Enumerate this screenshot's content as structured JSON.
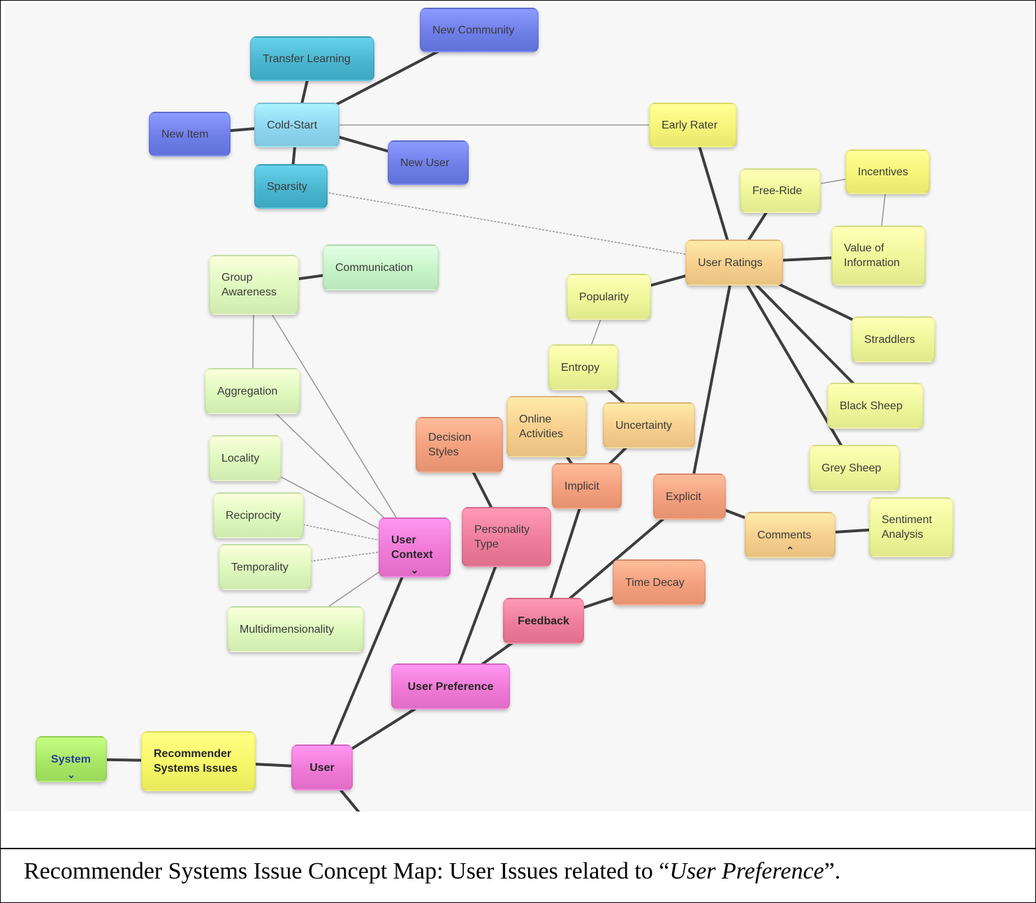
{
  "caption": {
    "prefix": "Recommender Systems Issue Concept Map: User Issues related to “",
    "emphasis": "User Preference",
    "suffix": "”."
  },
  "palette": {
    "blue": "#6f7fe8",
    "teal": "#4bb6cf",
    "cyan": "#8fd6f0",
    "yellow": "#f6f57a",
    "lightyellow": "#eef79a",
    "lightgreen": "#def8be",
    "mint": "#c7f4c9",
    "orange": "#f7cf8e",
    "salmon": "#f3a07e",
    "pink": "#ee7d9c",
    "magenta": "#ef7ad6",
    "green": "#a9e866",
    "brightyellow": "#f7f76a",
    "edge": "#3d3d3d"
  },
  "nodes": {
    "new_community": {
      "label": "New Community",
      "color": "blue"
    },
    "transfer_learning": {
      "label": "Transfer Learning",
      "color": "teal"
    },
    "cold_start": {
      "label": "Cold-Start",
      "color": "cyan"
    },
    "new_item": {
      "label": "New Item",
      "color": "blue"
    },
    "new_user": {
      "label": "New User",
      "color": "blue"
    },
    "sparsity": {
      "label": "Sparsity",
      "color": "teal"
    },
    "early_rater": {
      "label": "Early Rater",
      "color": "yellow"
    },
    "free_ride": {
      "label": "Free-Ride",
      "color": "lightyellow"
    },
    "incentives": {
      "label": "Incentives",
      "color": "yellow"
    },
    "value_of_information": {
      "label": "Value of\nInformation",
      "color": "lightyellow"
    },
    "user_ratings": {
      "label": "User Ratings",
      "color": "orange"
    },
    "popularity": {
      "label": "Popularity",
      "color": "lightyellow"
    },
    "straddlers": {
      "label": "Straddlers",
      "color": "lightyellow"
    },
    "entropy": {
      "label": "Entropy",
      "color": "lightyellow"
    },
    "black_sheep": {
      "label": "Black Sheep",
      "color": "lightyellow"
    },
    "grey_sheep": {
      "label": "Grey Sheep",
      "color": "lightyellow"
    },
    "group_awareness": {
      "label": "Group\nAwareness",
      "color": "lightgreen"
    },
    "communication": {
      "label": "Communication",
      "color": "mint"
    },
    "aggregation": {
      "label": "Aggregation",
      "color": "lightgreen"
    },
    "locality": {
      "label": "Locality",
      "color": "lightgreen"
    },
    "reciprocity": {
      "label": "Reciprocity",
      "color": "lightgreen"
    },
    "temporality": {
      "label": "Temporality",
      "color": "lightgreen"
    },
    "multidimensionality": {
      "label": "Multidimensionality",
      "color": "lightgreen"
    },
    "online_activities": {
      "label": "Online\nActivities",
      "color": "orange"
    },
    "uncertainty": {
      "label": "Uncertainty",
      "color": "orange"
    },
    "decision_styles": {
      "label": "Decision\nStyles",
      "color": "salmon"
    },
    "implicit": {
      "label": "Implicit",
      "color": "salmon"
    },
    "explicit": {
      "label": "Explicit",
      "color": "salmon"
    },
    "comments": {
      "label": "Comments",
      "color": "orange"
    },
    "sentiment_analysis": {
      "label": "Sentiment\nAnalysis",
      "color": "lightyellow"
    },
    "user_context": {
      "label": "User\nContext",
      "color": "magenta"
    },
    "personality_type": {
      "label": "Personality\nType",
      "color": "pink"
    },
    "time_decay": {
      "label": "Time Decay",
      "color": "salmon"
    },
    "feedback": {
      "label": "Feedback",
      "color": "pink"
    },
    "user_preference": {
      "label": "User Preference",
      "color": "magenta"
    },
    "system": {
      "label": "System",
      "color": "green"
    },
    "recommender_systems_issues": {
      "label": "Recommender\nSystems Issues",
      "color": "brightyellow"
    },
    "user": {
      "label": "User",
      "color": "magenta"
    }
  },
  "edges": [
    [
      "cold_start",
      "transfer_learning",
      "thick"
    ],
    [
      "cold_start",
      "new_community",
      "thick"
    ],
    [
      "cold_start",
      "new_item",
      "thick"
    ],
    [
      "cold_start",
      "new_user",
      "thick"
    ],
    [
      "cold_start",
      "sparsity",
      "thick"
    ],
    [
      "cold_start",
      "early_rater",
      "thin"
    ],
    [
      "sparsity",
      "user_ratings",
      "dashed"
    ],
    [
      "early_rater",
      "user_ratings",
      "thick"
    ],
    [
      "free_ride",
      "user_ratings",
      "thick"
    ],
    [
      "free_ride",
      "incentives",
      "thin"
    ],
    [
      "incentives",
      "value_of_information",
      "thin"
    ],
    [
      "user_ratings",
      "value_of_information",
      "thick"
    ],
    [
      "user_ratings",
      "popularity",
      "thick"
    ],
    [
      "user_ratings",
      "straddlers",
      "thick"
    ],
    [
      "user_ratings",
      "black_sheep",
      "thick"
    ],
    [
      "user_ratings",
      "grey_sheep",
      "thick"
    ],
    [
      "user_ratings",
      "explicit",
      "thick"
    ],
    [
      "popularity",
      "entropy",
      "thin"
    ],
    [
      "entropy",
      "uncertainty",
      "thick"
    ],
    [
      "uncertainty",
      "implicit",
      "thick"
    ],
    [
      "online_activities",
      "implicit",
      "thick"
    ],
    [
      "decision_styles",
      "personality_type",
      "thick"
    ],
    [
      "implicit",
      "feedback",
      "thick"
    ],
    [
      "explicit",
      "feedback",
      "thick"
    ],
    [
      "explicit",
      "comments",
      "thick"
    ],
    [
      "comments",
      "sentiment_analysis",
      "thick"
    ],
    [
      "time_decay",
      "feedback",
      "thick"
    ],
    [
      "feedback",
      "user_preference",
      "thick"
    ],
    [
      "personality_type",
      "user_preference",
      "thick"
    ],
    [
      "user_preference",
      "user",
      "thick"
    ],
    [
      "user_context",
      "user",
      "thick"
    ],
    [
      "group_awareness",
      "communication",
      "thick"
    ],
    [
      "group_awareness",
      "aggregation",
      "thin"
    ],
    [
      "group_awareness",
      "user_context",
      "thin"
    ],
    [
      "aggregation",
      "user_context",
      "thin"
    ],
    [
      "locality",
      "user_context",
      "thin"
    ],
    [
      "reciprocity",
      "user_context",
      "dashed"
    ],
    [
      "temporality",
      "user_context",
      "dashed"
    ],
    [
      "multidimensionality",
      "user_context",
      "thin"
    ],
    [
      "system",
      "recommender_systems_issues",
      "thick"
    ],
    [
      "recommender_systems_issues",
      "user",
      "thick"
    ],
    [
      "user",
      "offscreen_bottom",
      "thick"
    ]
  ]
}
